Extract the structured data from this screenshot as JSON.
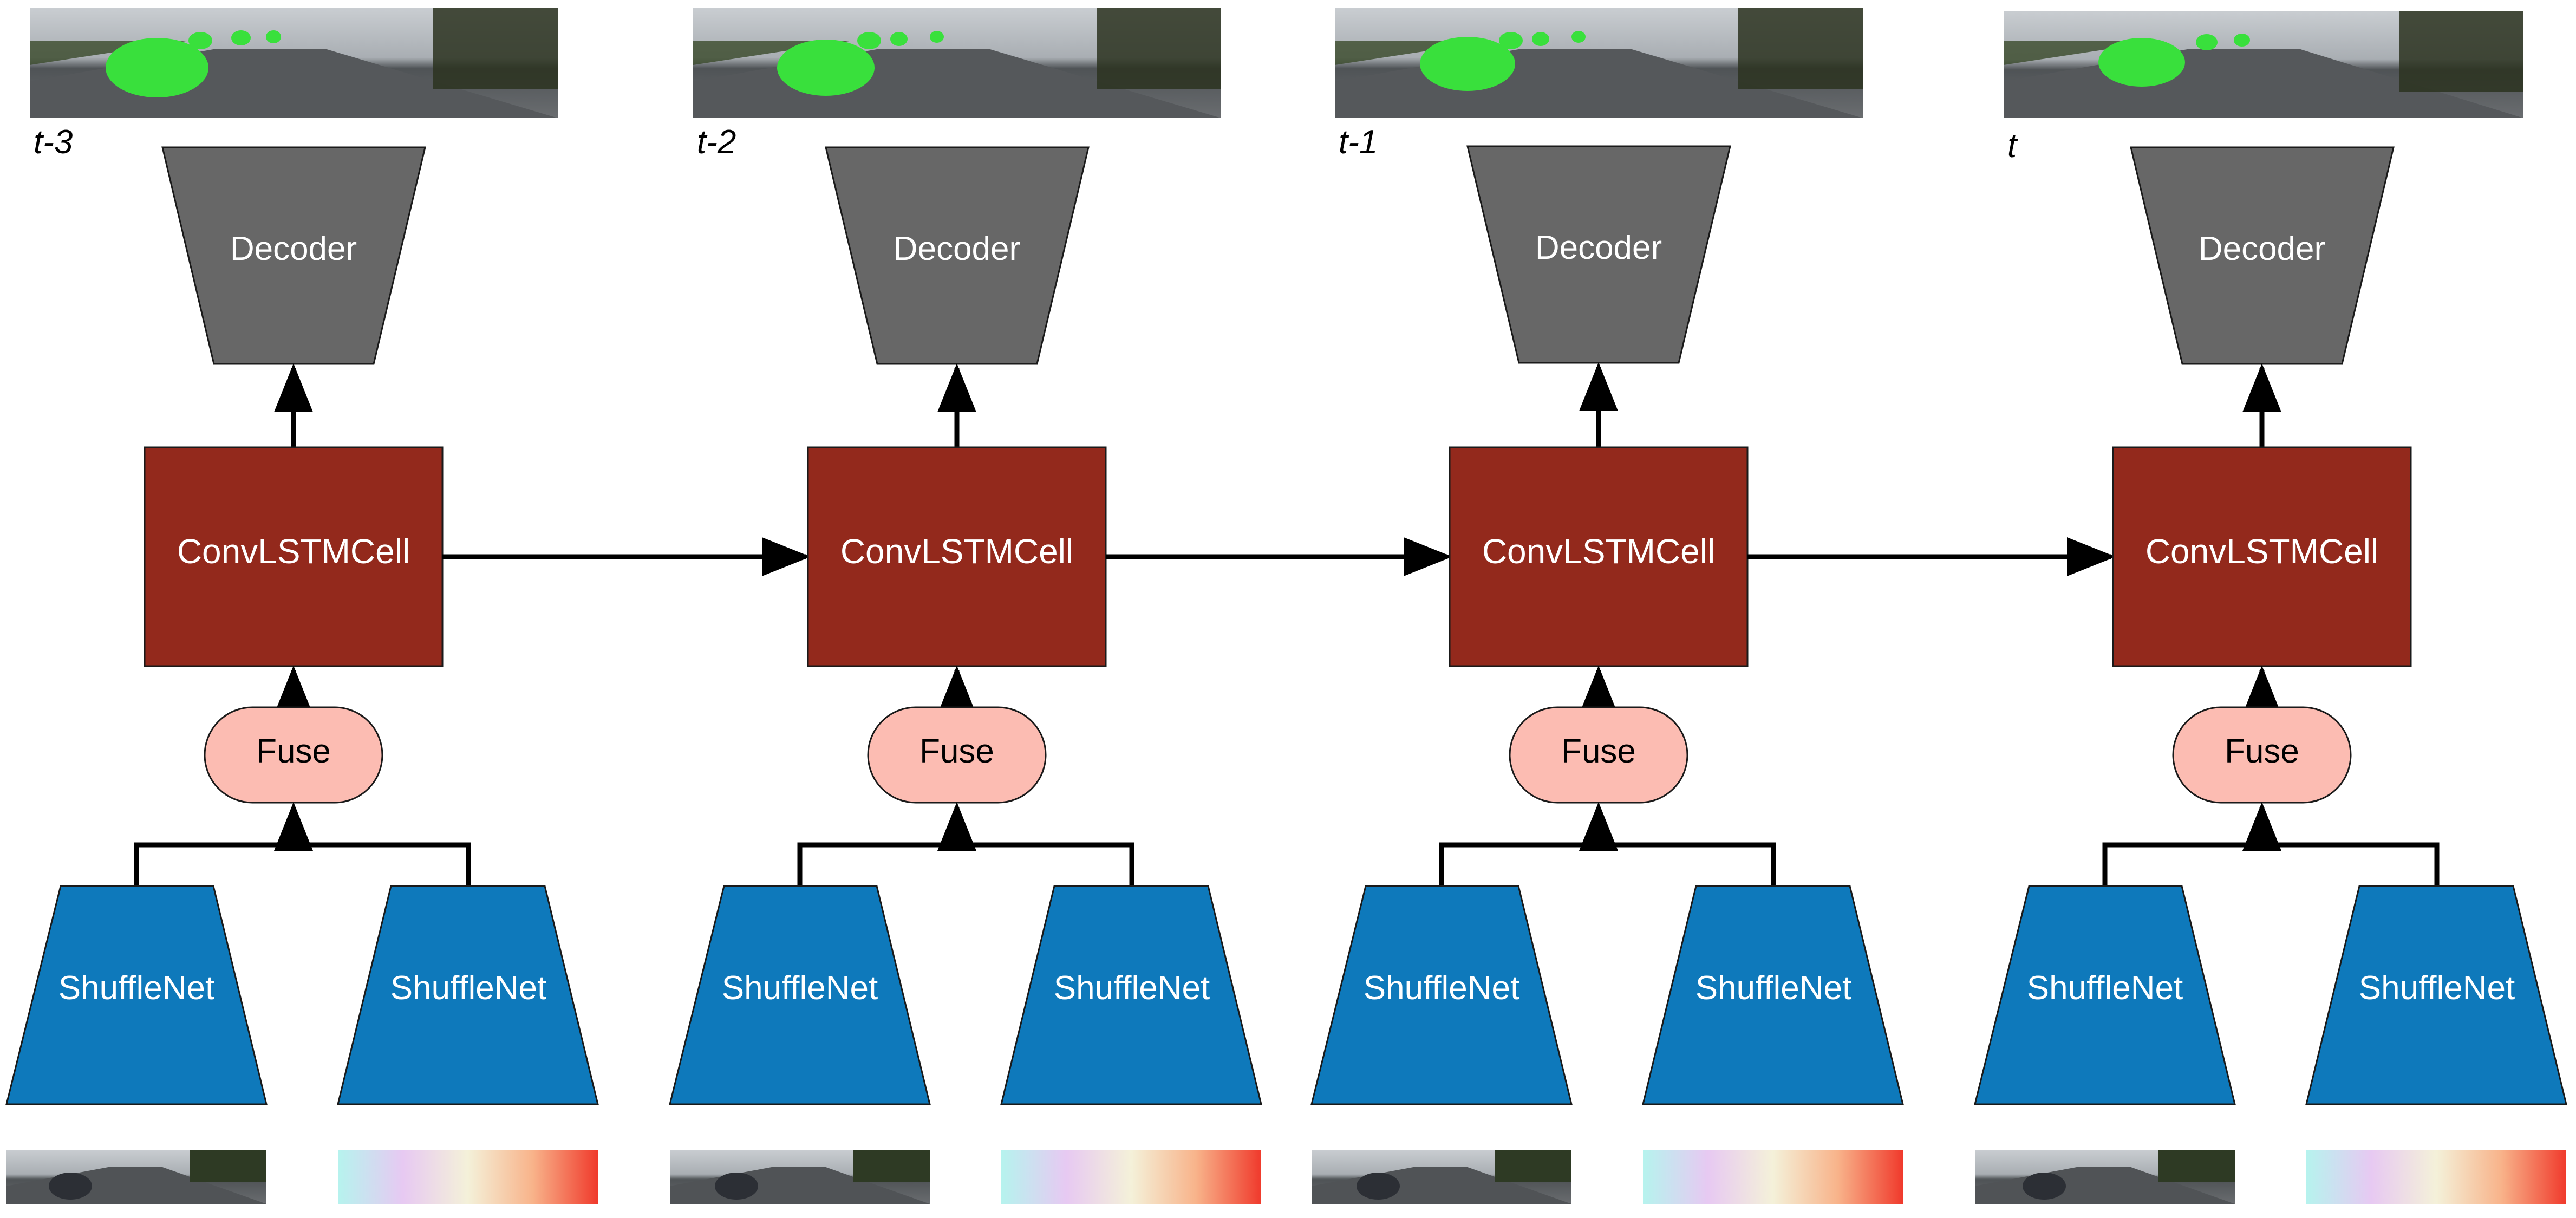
{
  "colors": {
    "decoder": "#676767",
    "convlstm": "#93291c",
    "fuse": "#fcbcb2",
    "shufflenet": "#0e79bb",
    "outline": "#1a1a1a",
    "arrow": "#000000",
    "lane_green": "#39e03c",
    "road_gray": "#5a5c5e",
    "sky": "#c9cdd1"
  },
  "labels": {
    "decoder": "Decoder",
    "convlstm": "ConvLSTMCell",
    "fuse": "Fuse",
    "shufflenet": "ShuffleNet"
  },
  "timesteps": [
    {
      "time": "t-3"
    },
    {
      "time": "t-2"
    },
    {
      "time": "t-1"
    },
    {
      "time": "t"
    }
  ]
}
